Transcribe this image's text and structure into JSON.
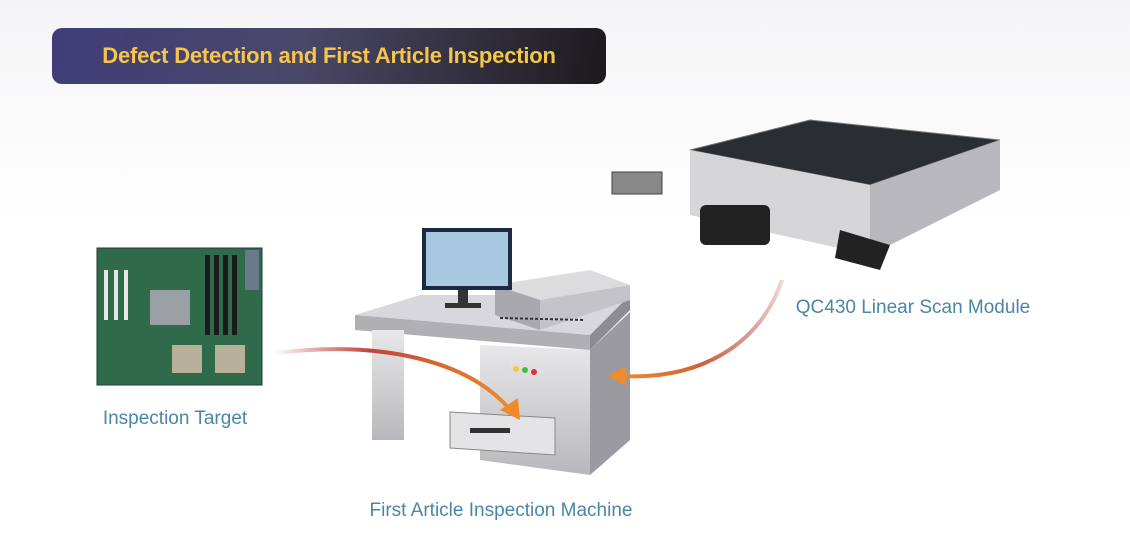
{
  "title": "Defect Detection and First Article Inspection",
  "labels": {
    "inspection_target": "Inspection Target",
    "machine": "First Article Inspection Machine",
    "scan_module": "QC430 Linear Scan Module"
  },
  "colors": {
    "title_text": "#f7c54a",
    "label_text": "#4a86a8",
    "arrow": "#e8782a"
  }
}
